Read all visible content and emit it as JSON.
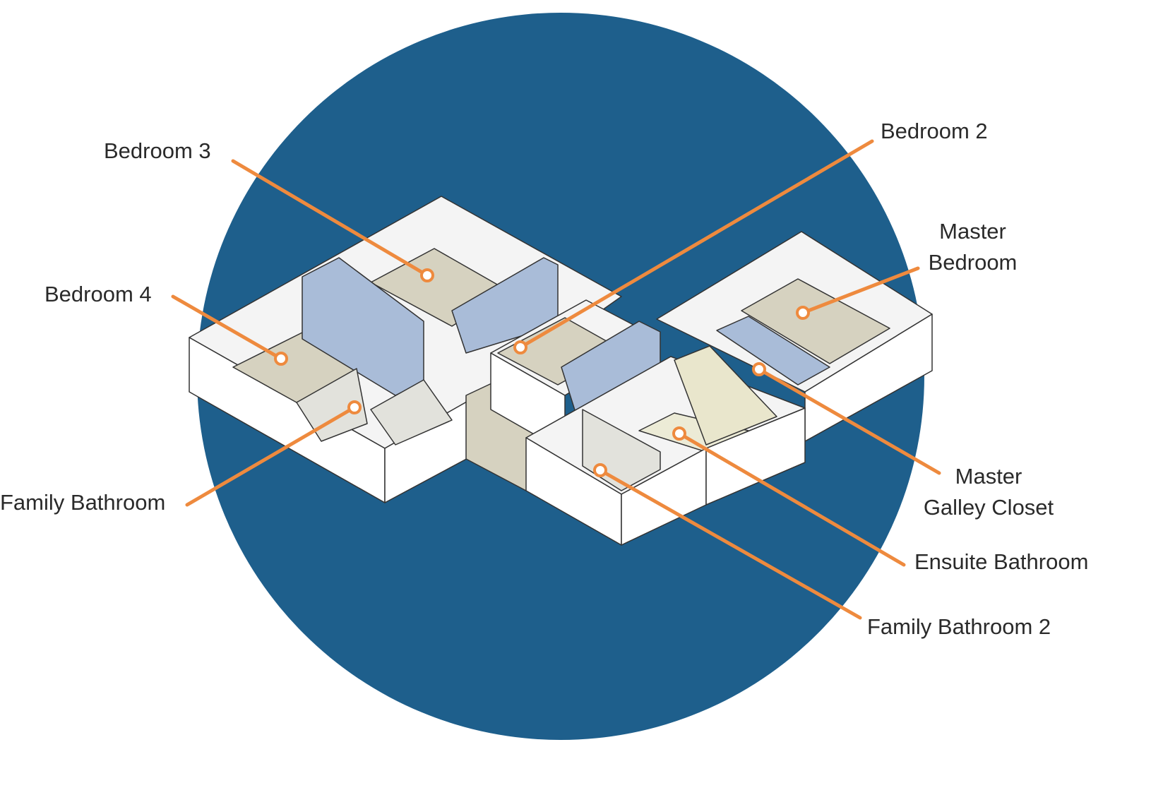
{
  "colors": {
    "circle": "#1e5f8c",
    "leader": "#ee8a3e",
    "floor": "#d6d2c0",
    "closet": "#a9bcd8",
    "wall": "#ffffff"
  },
  "labels": {
    "bedroom3": "Bedroom 3",
    "bedroom2": "Bedroom 2",
    "master_bedroom_line1": "Master",
    "master_bedroom_line2": "Bedroom",
    "bedroom4": "Bedroom 4",
    "family_bathroom": "Family Bathroom",
    "master_galley_closet_line1": "Master",
    "master_galley_closet_line2": "Galley Closet",
    "ensuite_bathroom": "Ensuite Bathroom",
    "family_bathroom2": "Family Bathroom 2"
  }
}
